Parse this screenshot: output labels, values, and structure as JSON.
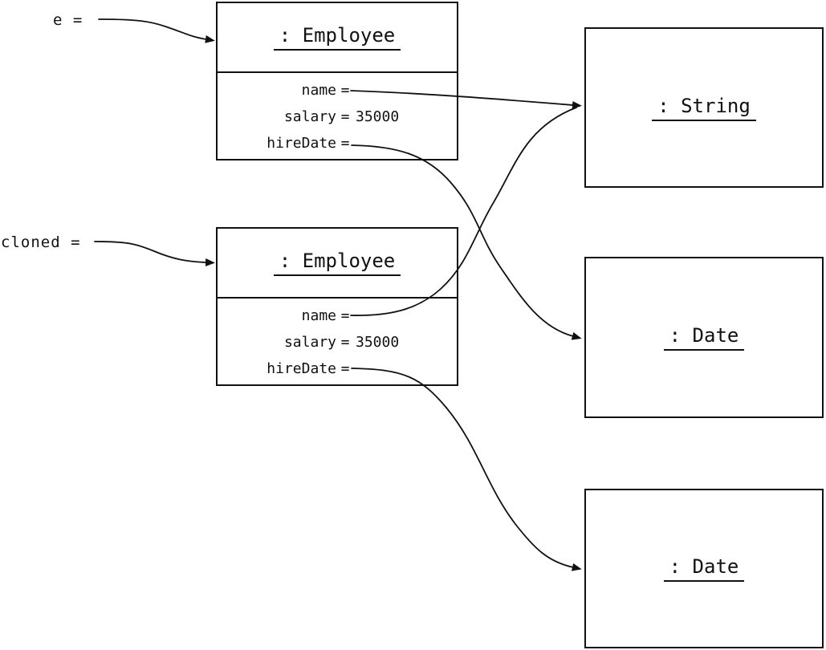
{
  "labels": {
    "e": "e =",
    "cloned": "cloned ="
  },
  "objects": {
    "employee_e": {
      "title": ": Employee",
      "fields": [
        {
          "label": "name",
          "eq": "=",
          "value": ""
        },
        {
          "label": "salary",
          "eq": "=",
          "value": "35000"
        },
        {
          "label": "hireDate",
          "eq": "=",
          "value": ""
        }
      ]
    },
    "employee_cloned": {
      "title": ": Employee",
      "fields": [
        {
          "label": "name",
          "eq": "=",
          "value": ""
        },
        {
          "label": "salary",
          "eq": "=",
          "value": "35000"
        },
        {
          "label": "hireDate",
          "eq": "=",
          "value": ""
        }
      ]
    },
    "string_shared": {
      "title": ": String"
    },
    "date_e": {
      "title": ": Date"
    },
    "date_cloned": {
      "title": ": Date"
    }
  },
  "colors": {
    "ink": "#111111",
    "background": "#ffffff"
  }
}
